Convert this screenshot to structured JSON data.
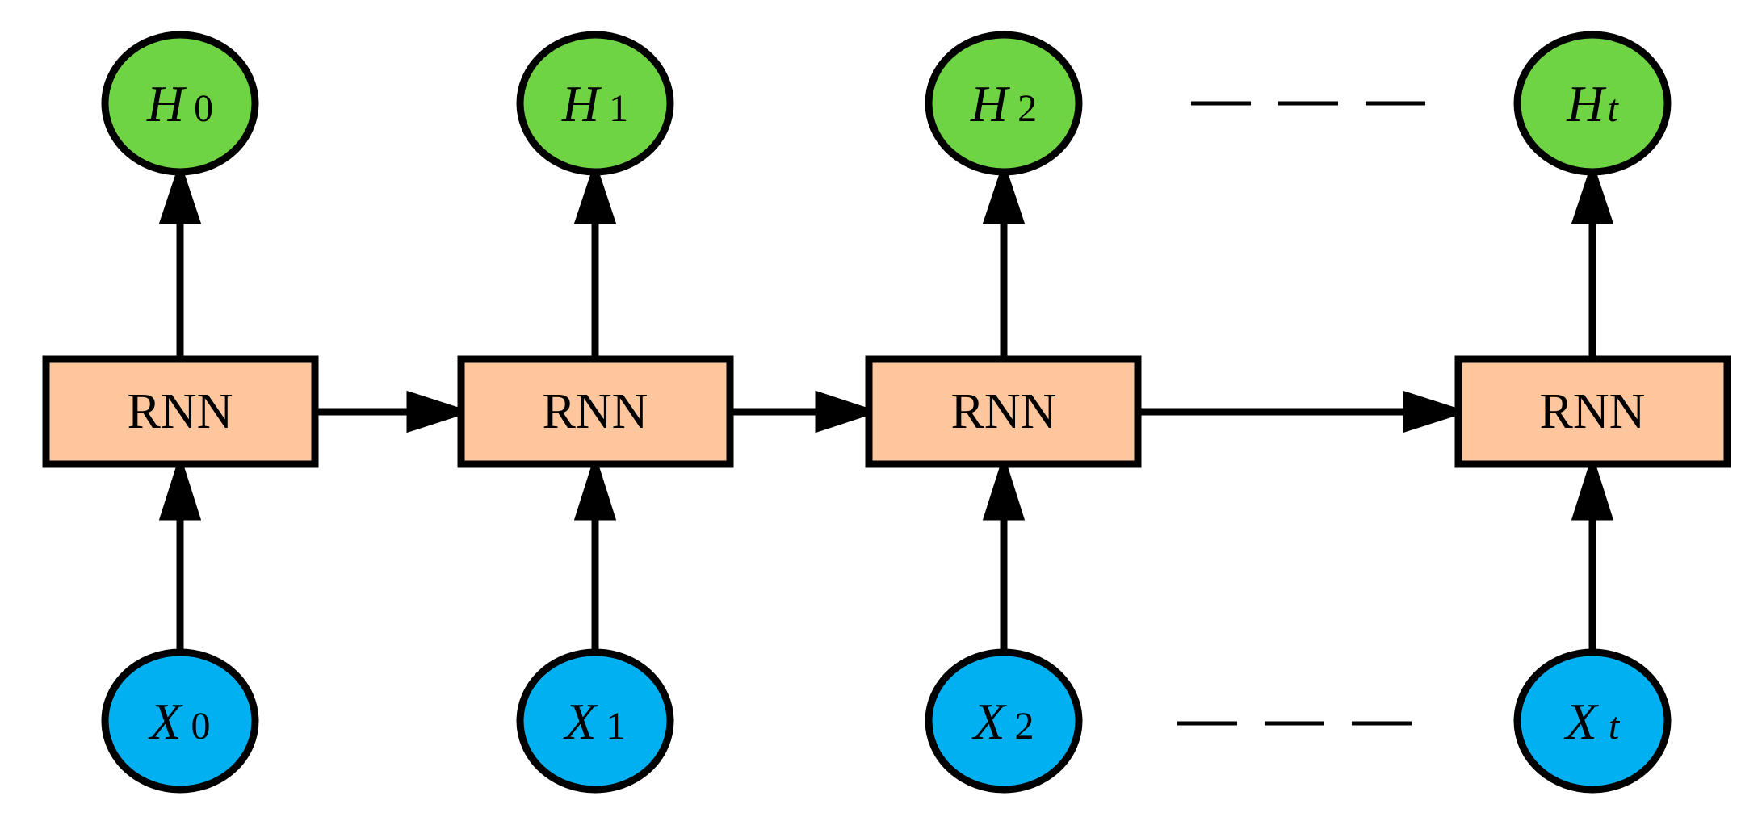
{
  "colors": {
    "output_fill": "#6fd444",
    "input_fill": "#00b0f0",
    "block_fill": "#fdc69c",
    "stroke": "#000000"
  },
  "outputs": [
    {
      "symbol": "H",
      "sub": "0"
    },
    {
      "symbol": "H",
      "sub": "1"
    },
    {
      "symbol": "H",
      "sub": "2"
    },
    {
      "symbol": "H",
      "sub": "t"
    }
  ],
  "inputs": [
    {
      "symbol": "X",
      "sub": "0"
    },
    {
      "symbol": "X",
      "sub": "1"
    },
    {
      "symbol": "X",
      "sub": "2"
    },
    {
      "symbol": "X",
      "sub": "t"
    }
  ],
  "blocks": [
    "RNN",
    "RNN",
    "RNN",
    "RNN"
  ]
}
